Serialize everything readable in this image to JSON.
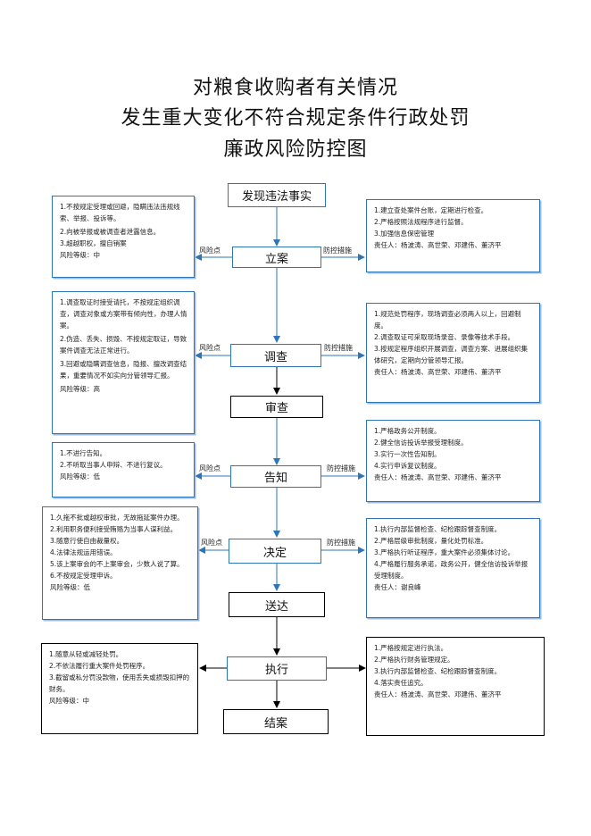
{
  "title": {
    "line1": "对粮食收购者有关情况",
    "line2": "发生重大变化不符合规定条件行政处罚",
    "line3": "廉政风险防控图"
  },
  "flow": {
    "discover": "发现违法事实",
    "file": "立案",
    "investigate": "调查",
    "review": "审查",
    "notify": "告知",
    "decide": "决定",
    "deliver": "送达",
    "execute": "执行",
    "close": "结案"
  },
  "labels": {
    "risk_point": "风险点",
    "prevention": "防控措施"
  },
  "risks": {
    "file": {
      "items": [
        "1.不按规定受理或回避，隐瞒违法违规线索、举报、投诉等。",
        "2.向被举报或被调查者泄露信息。",
        "3.超越职权，擅自销案"
      ],
      "level": "风险等级：中"
    },
    "investigate": {
      "items": [
        "1.调查取证时接受请托，不按规定组织调查，调查对象或方案带有倾向性，办理人情案。",
        "2.伪造、丢失、损毁、不按规定取证，导致案件调查无法正常进行。",
        "3.回避或隐瞒调查信息，隐报、擅改调查结果，重要情况不如实向分管领导汇报。"
      ],
      "level": "风险等级：高"
    },
    "notify": {
      "items": [
        "1.不进行告知。",
        "2.不听取当事人申辩、不进行复议。"
      ],
      "level": "风险等级：低"
    },
    "decide": {
      "items": [
        "1.久拖不批或越权审批，无故拖延案件办理。",
        "2.利用职务便利接受贿赂为当事人谋利益。",
        "3.随意行使自由裁量权。",
        "4.法律法规运用错误。",
        "5.该上案审会的不上案审会，少数人说了算。",
        "6.不按规定受理申诉。"
      ],
      "level": "风险等级：低"
    },
    "execute": {
      "items": [
        "1.随意从轻或减轻处罚。",
        "2.不依法履行重大案件处罚程序。",
        "3.截留或私分罚没款物，使用丢失或损毁扣押的财务。"
      ],
      "level": "风险等级：中"
    }
  },
  "measures": {
    "file": {
      "items": [
        "1.建立查处案件台账，定期进行检查。",
        "2.严格按照法规程序进行监督。",
        "3.加强信息保密管理"
      ],
      "owner": "责任人：杨波涛、高世荣、邓建伟、董济平"
    },
    "investigate": {
      "items": [
        "1.规范处罚程序，现场调查必须两人以上，回避制度。",
        "2.调查取证可采取现场录音、录像等技术手段。",
        "3.按规定程序组织开展调查，调查方案、进展组织集体研究，定期向分管领导汇报。"
      ],
      "owner": "责任人：杨波涛、高世荣、邓建伟、董济平"
    },
    "notify": {
      "items": [
        "1.严格政务公开制度。",
        "2.健全信访投诉举报受理制度。",
        "3.实行一次性告知制。",
        "4.实行申诉复议制度。"
      ],
      "owner": "责任人：杨波涛、高世荣、邓建伟、董济平"
    },
    "decide": {
      "items": [
        "1.执行内部监督检查、纪检跟踪督查制度。",
        "2.严格层级审批制度，量化处罚标准。",
        "3.严格执行听证程序，重大案件必须集体讨论。",
        "4.严格履行服务承诺，政务公开，健全信访投诉举报受理制度。"
      ],
      "owner": "责任人：谢良峰"
    },
    "execute": {
      "items": [
        "1.严格按规定进行执法。",
        "2.严格执行财务管理规定。",
        "3.执行内部监督检查、纪检跟踪督查制度。",
        "4.落实责任追究。"
      ],
      "owner": "责任人：杨波涛、高世荣、邓建伟、董济平"
    }
  },
  "colors": {
    "box_border": "#2e75b6",
    "box_shadow": "#9dbbe0",
    "arrow": "#2e75b6",
    "black": "#000000"
  }
}
